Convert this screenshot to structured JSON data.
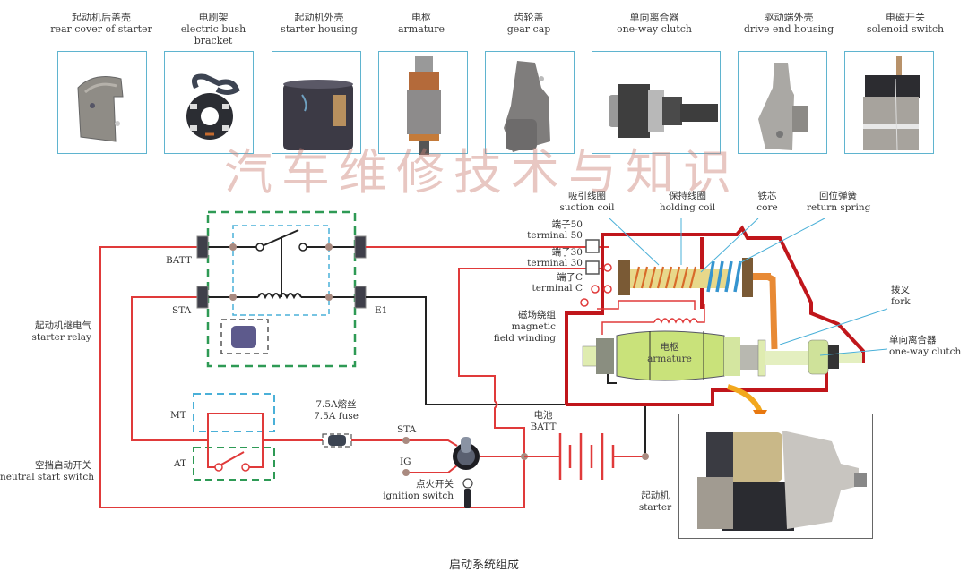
{
  "parts": [
    {
      "zh": "起动机后盖壳",
      "en": "rear cover of starter"
    },
    {
      "zh": "电刷架",
      "en": "electric bush bracket"
    },
    {
      "zh": "起动机外壳",
      "en": "starter housing"
    },
    {
      "zh": "电枢",
      "en": "armature"
    },
    {
      "zh": "齿轮盖",
      "en": "gear cap"
    },
    {
      "zh": "单向离合器",
      "en": "one-way clutch"
    },
    {
      "zh": "驱动端外壳",
      "en": "drive end housing"
    },
    {
      "zh": "电磁开关",
      "en": "solenoid switch"
    }
  ],
  "watermark": "汽车维修技术与知识",
  "relay": {
    "zh": "起动机继电气",
    "en": "starter relay",
    "terminal_batt": "BATT",
    "terminal_sta": "STA",
    "terminal_e1": "E1"
  },
  "neutral_switch": {
    "zh": "空挡启动开关",
    "en": "neutral start switch",
    "mt": "MT",
    "at": "AT"
  },
  "fuse": {
    "zh": "7.5A熔丝",
    "en": "7.5A fuse"
  },
  "ignition": {
    "sta": "STA",
    "ig": "IG",
    "zh": "点火开关",
    "en": "ignition switch"
  },
  "battery": {
    "zh": "电池",
    "en": "BATT"
  },
  "starter": {
    "zh": "起动机",
    "en": "starter"
  },
  "solenoid": {
    "suction_coil": {
      "zh": "吸引线圈",
      "en": "suction coil"
    },
    "holding_coil": {
      "zh": "保持线圈",
      "en": "holding coil"
    },
    "core": {
      "zh": "铁芯",
      "en": "core"
    },
    "return_spring": {
      "zh": "回位弹簧",
      "en": "return spring"
    },
    "terminal_50": {
      "zh": "端子50",
      "en": "terminal 50"
    },
    "terminal_30": {
      "zh": "端子30",
      "en": "terminal 30"
    },
    "terminal_c": {
      "zh": "端子C",
      "en": "terminal C"
    }
  },
  "motor": {
    "field_winding": {
      "zh": "磁场绕组",
      "en1": "magnetic",
      "en2": "field winding"
    },
    "armature": {
      "zh": "电枢",
      "en": "armature"
    },
    "fork": {
      "zh": "拨叉",
      "en": "fork"
    },
    "clutch": {
      "zh": "单向离合器",
      "en": "one-way clutch"
    }
  },
  "caption": "启动系统组成"
}
